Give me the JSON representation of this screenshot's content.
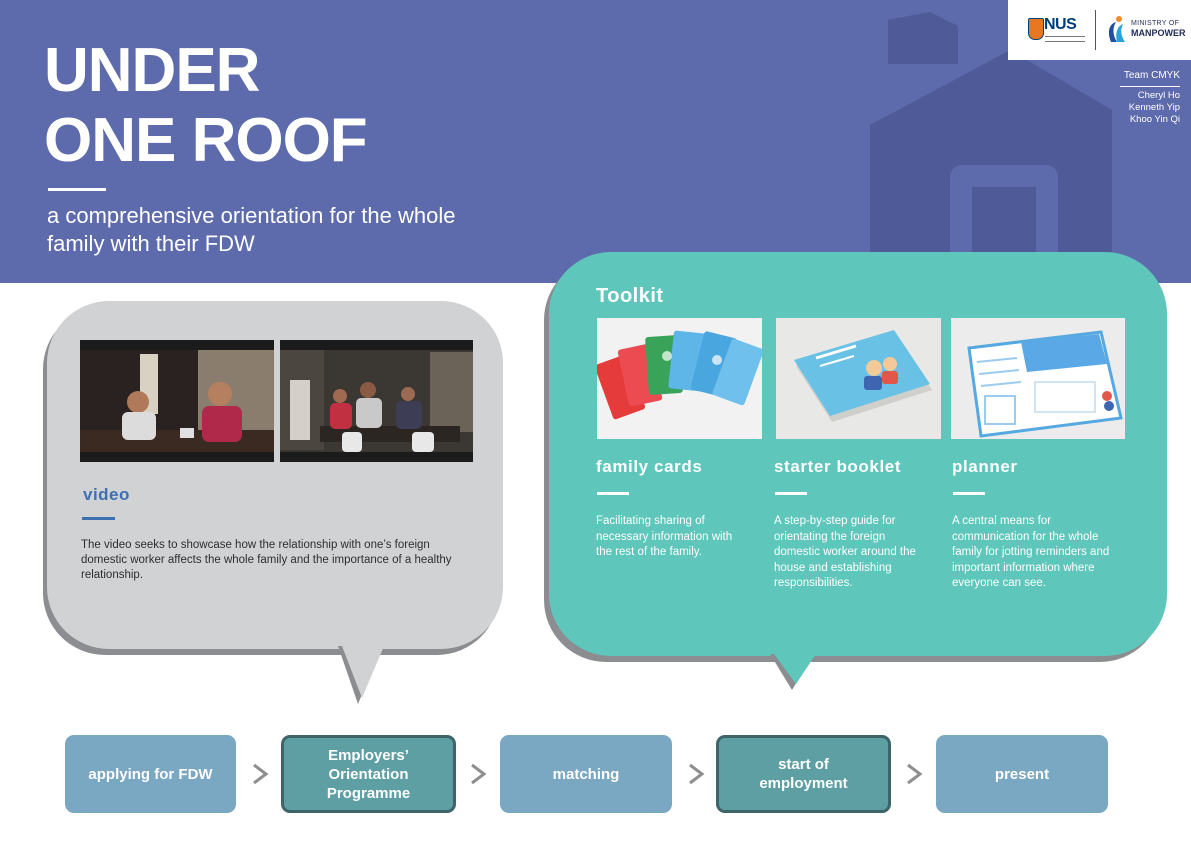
{
  "header": {
    "title_line1": "UNDER",
    "title_line2": "ONE ROOF",
    "subtitle": "a comprehensive orientation for the whole family with their FDW",
    "background_color": "#5d6aab"
  },
  "logos": {
    "nus": "NUS",
    "mom_line1": "MINISTRY OF",
    "mom_line2": "MANPOWER"
  },
  "team": {
    "name": "Team CMYK",
    "members": [
      "Cheryl Ho",
      "Kenneth Yip",
      "Khoo Yin Qi"
    ]
  },
  "video": {
    "heading": "video",
    "description": "The video seeks to showcase how the relationship with one’s foreign domestic worker affects the whole family and the importance of a healthy relationship.",
    "accent_color": "#3d6fb3"
  },
  "toolkit": {
    "heading": "Toolkit",
    "color": "#5ec6ba",
    "items": [
      {
        "name": "family cards",
        "description": "Facilitating sharing of necessary information with the rest of the family."
      },
      {
        "name": "starter booklet",
        "description": "A step-by-step guide for orientating the foreign domestic worker around the house and establishing responsibilities."
      },
      {
        "name": "planner",
        "description": "A central means for communication for the whole family for jotting reminders and important information where everyone can see."
      }
    ]
  },
  "process": {
    "steps": [
      {
        "label": "applying for FDW"
      },
      {
        "label": "Employers’ Orientation Programme"
      },
      {
        "label": "matching"
      },
      {
        "label": "start of employment"
      },
      {
        "label": "present"
      }
    ]
  }
}
